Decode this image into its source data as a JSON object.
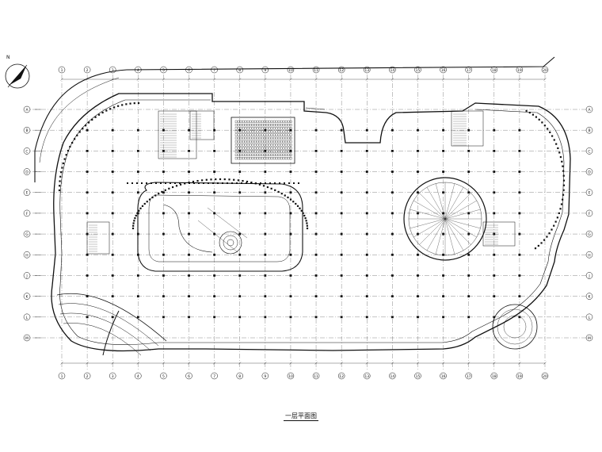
{
  "drawing": {
    "title": "一层平面图",
    "north_mark": "N",
    "grid_cols_top": [
      "1",
      "2",
      "3",
      "4",
      "5",
      "6",
      "7",
      "8",
      "9",
      "10",
      "11",
      "12",
      "13",
      "14",
      "15",
      "16",
      "17",
      "18",
      "19",
      "20"
    ],
    "grid_rows_left": [
      "A",
      "B",
      "C",
      "D",
      "E",
      "F",
      "G",
      "H",
      "J",
      "K",
      "L",
      "M"
    ],
    "colors": {
      "line": "#111111",
      "background": "#ffffff"
    }
  }
}
